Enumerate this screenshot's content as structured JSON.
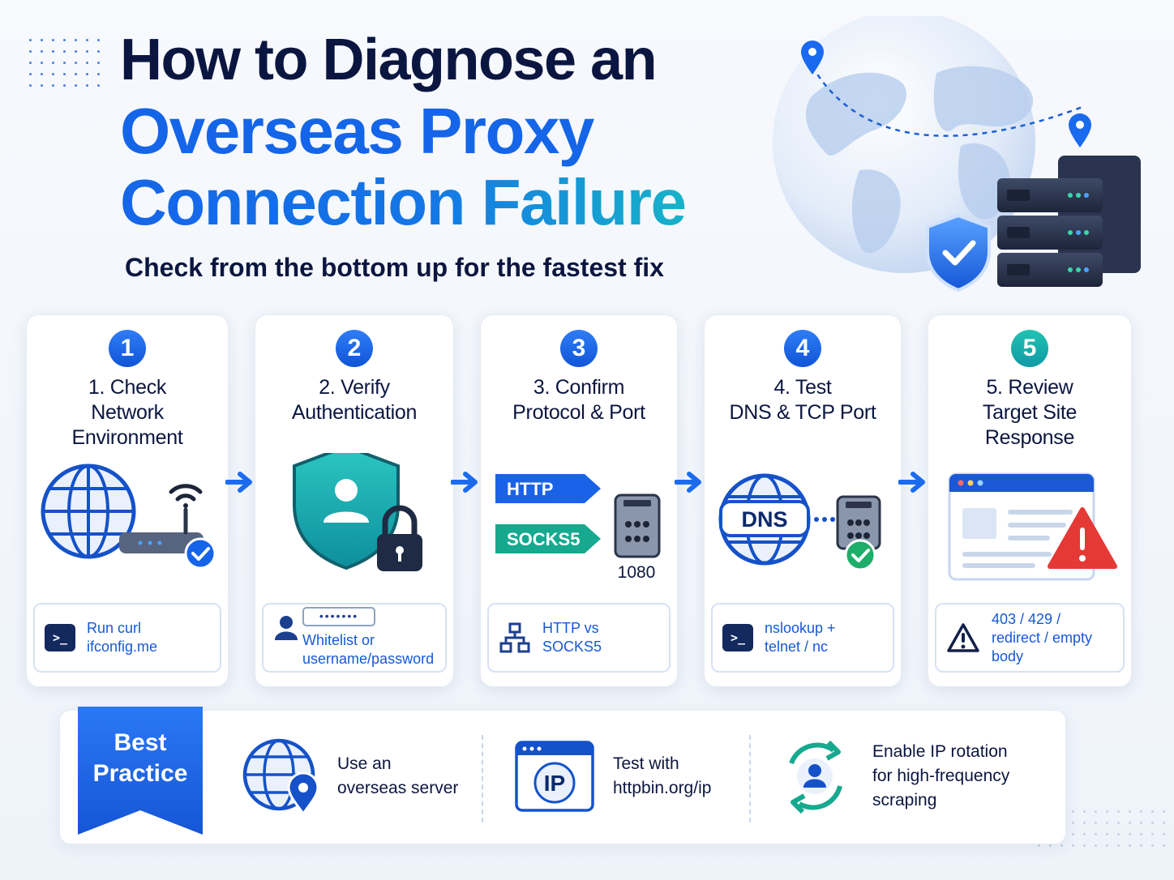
{
  "title": {
    "line1": "How to Diagnose an",
    "line2": "Overseas Proxy",
    "line3": "Connection Failure"
  },
  "subtitle": "Check from the bottom up for the fastest fix",
  "colors": {
    "primary": "#1565e8",
    "navy": "#0b1640",
    "teal": "#14a8b2",
    "alert": "#e53935",
    "success": "#1fae6a"
  },
  "steps": [
    {
      "number": "1",
      "title_lines": [
        "1. Check",
        "Network",
        "Environment"
      ],
      "illustration_icon": "globe-router-icon",
      "tip_icon": "terminal-icon",
      "tip_lines": [
        "Run curl ifconfig.me"
      ]
    },
    {
      "number": "2",
      "title_lines": [
        "2. Verify",
        "Authentication"
      ],
      "illustration_icon": "shield-lock-icon",
      "tip_icon": "user-password-icon",
      "tip_lines": [
        "Whitelist or",
        "username/password"
      ]
    },
    {
      "number": "3",
      "title_lines": [
        "3. Confirm",
        "Protocol & Port"
      ],
      "illustration_icon": "protocol-server-icon",
      "protocol_labels": [
        "HTTP",
        "SOCKS5"
      ],
      "port": "1080",
      "tip_icon": "network-icon",
      "tip_lines": [
        "HTTP vs SOCKS5"
      ]
    },
    {
      "number": "4",
      "title_lines": [
        "4. Test",
        "DNS & TCP Port"
      ],
      "illustration_icon": "dns-server-icon",
      "dns_label": "DNS",
      "tip_icon": "terminal-icon",
      "tip_lines": [
        "nslookup +",
        "telnet / nc"
      ]
    },
    {
      "number": "5",
      "title_lines": [
        "5. Review",
        "Target Site",
        "Response"
      ],
      "illustration_icon": "browser-warning-icon",
      "tip_icon": "warning-icon",
      "tip_lines": [
        "403 / 429 /",
        "redirect / empty body"
      ]
    }
  ],
  "best_practice": {
    "label_lines": [
      "Best",
      "Practice"
    ],
    "items": [
      {
        "icon": "globe-pin-icon",
        "text_lines": [
          "Use an",
          "overseas server"
        ]
      },
      {
        "icon": "ip-browser-icon",
        "icon_label": "IP",
        "text_lines": [
          "Test with",
          "httpbin.org/ip"
        ]
      },
      {
        "icon": "ip-rotation-icon",
        "text_lines": [
          "Enable IP rotation",
          "for high-frequency",
          "scraping"
        ]
      }
    ]
  },
  "terminal_prompt": ">_"
}
